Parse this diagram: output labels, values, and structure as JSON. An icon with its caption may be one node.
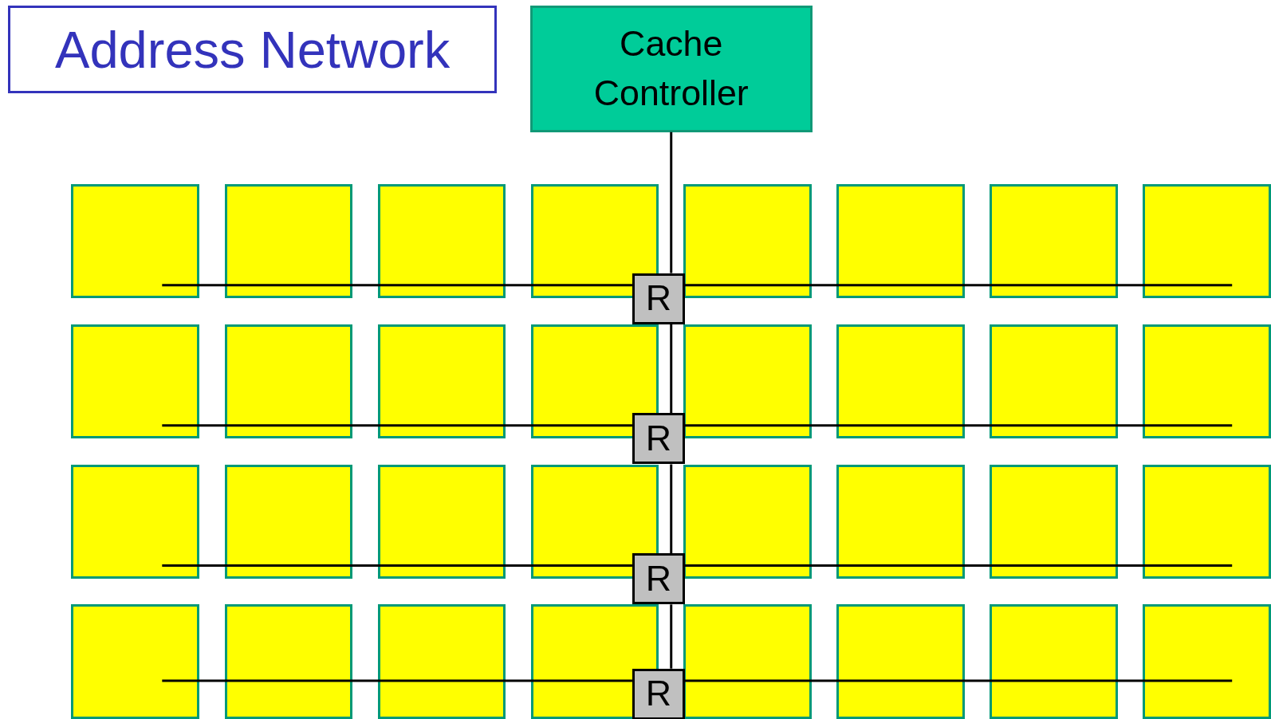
{
  "diagram": {
    "title": "Address Network",
    "nodes": [
      {
        "text": [
          "Cache Controller"
        ]
      },
      {
        "text": [],
        "shape": "box"
      },
      {
        "text": [],
        "shape": "box"
      },
      {
        "text": [],
        "shape": "box"
      },
      {
        "text": [],
        "shape": "box"
      },
      {
        "text": [],
        "shape": "box"
      },
      {
        "text": [],
        "shape": "box"
      },
      {
        "text": [],
        "shape": "box"
      },
      {
        "text": [],
        "shape": "box"
      },
      {
        "text": [
          "R"
        ]
      },
      {
        "text": [],
        "shape": "box"
      },
      {
        "text": [],
        "shape": "box"
      },
      {
        "text": [],
        "shape": "box"
      },
      {
        "text": [],
        "shape": "box"
      },
      {
        "text": [],
        "shape": "box"
      },
      {
        "text": [],
        "shape": "box"
      },
      {
        "text": [],
        "shape": "box"
      },
      {
        "text": [],
        "shape": "box"
      },
      {
        "text": [
          "R"
        ]
      },
      {
        "text": [],
        "shape": "box"
      },
      {
        "text": [],
        "shape": "box"
      },
      {
        "text": [],
        "shape": "box"
      },
      {
        "text": [],
        "shape": "box"
      },
      {
        "text": [],
        "shape": "box"
      },
      {
        "text": [],
        "shape": "box"
      },
      {
        "text": [],
        "shape": "box"
      },
      {
        "text": [],
        "shape": "box"
      },
      {
        "text": [
          "R"
        ]
      },
      {
        "text": [],
        "shape": "box"
      },
      {
        "text": [],
        "shape": "box"
      },
      {
        "text": [],
        "shape": "box"
      },
      {
        "text": [],
        "shape": "box"
      },
      {
        "text": [],
        "shape": "box"
      },
      {
        "text": [],
        "shape": "box"
      },
      {
        "text": [],
        "shape": "box"
      },
      {
        "text": [],
        "shape": "box"
      },
      {
        "text": [
          "R"
        ]
      }
    ],
    "edges": [
      {
        "from": 0,
        "to": 9,
        "arrow": "none"
      },
      {
        "from": 9,
        "to": 18,
        "arrow": "none"
      },
      {
        "from": 18,
        "to": 27,
        "arrow": "none"
      },
      {
        "from": 27,
        "to": 36,
        "arrow": "none"
      },
      {
        "from": 9,
        "to": 1,
        "arrow": "none"
      },
      {
        "from": 9,
        "to": 2,
        "arrow": "none"
      },
      {
        "from": 9,
        "to": 3,
        "arrow": "none"
      },
      {
        "from": 9,
        "to": 4,
        "arrow": "none"
      },
      {
        "from": 9,
        "to": 5,
        "arrow": "none"
      },
      {
        "from": 9,
        "to": 6,
        "arrow": "none"
      },
      {
        "from": 9,
        "to": 7,
        "arrow": "none"
      },
      {
        "from": 9,
        "to": 8,
        "arrow": "none"
      },
      {
        "from": 18,
        "to": 10,
        "arrow": "none"
      },
      {
        "from": 18,
        "to": 11,
        "arrow": "none"
      },
      {
        "from": 18,
        "to": 12,
        "arrow": "none"
      },
      {
        "from": 18,
        "to": 13,
        "arrow": "none"
      },
      {
        "from": 18,
        "to": 14,
        "arrow": "none"
      },
      {
        "from": 18,
        "to": 15,
        "arrow": "none"
      },
      {
        "from": 18,
        "to": 16,
        "arrow": "none"
      },
      {
        "from": 18,
        "to": 17,
        "arrow": "none"
      },
      {
        "from": 27,
        "to": 19,
        "arrow": "none"
      },
      {
        "from": 27,
        "to": 20,
        "arrow": "none"
      },
      {
        "from": 27,
        "to": 21,
        "arrow": "none"
      },
      {
        "from": 27,
        "to": 22,
        "arrow": "none"
      },
      {
        "from": 27,
        "to": 23,
        "arrow": "none"
      },
      {
        "from": 27,
        "to": 24,
        "arrow": "none"
      },
      {
        "from": 27,
        "to": 25,
        "arrow": "none"
      },
      {
        "from": 27,
        "to": 26,
        "arrow": "none"
      },
      {
        "from": 36,
        "to": 28,
        "arrow": "none"
      },
      {
        "from": 36,
        "to": 29,
        "arrow": "none"
      },
      {
        "from": 36,
        "to": 30,
        "arrow": "none"
      },
      {
        "from": 36,
        "to": 31,
        "arrow": "none"
      },
      {
        "from": 36,
        "to": 32,
        "arrow": "none"
      },
      {
        "from": 36,
        "to": 33,
        "arrow": "none"
      },
      {
        "from": 36,
        "to": 34,
        "arrow": "none"
      },
      {
        "from": 36,
        "to": 35,
        "arrow": "none"
      }
    ]
  }
}
